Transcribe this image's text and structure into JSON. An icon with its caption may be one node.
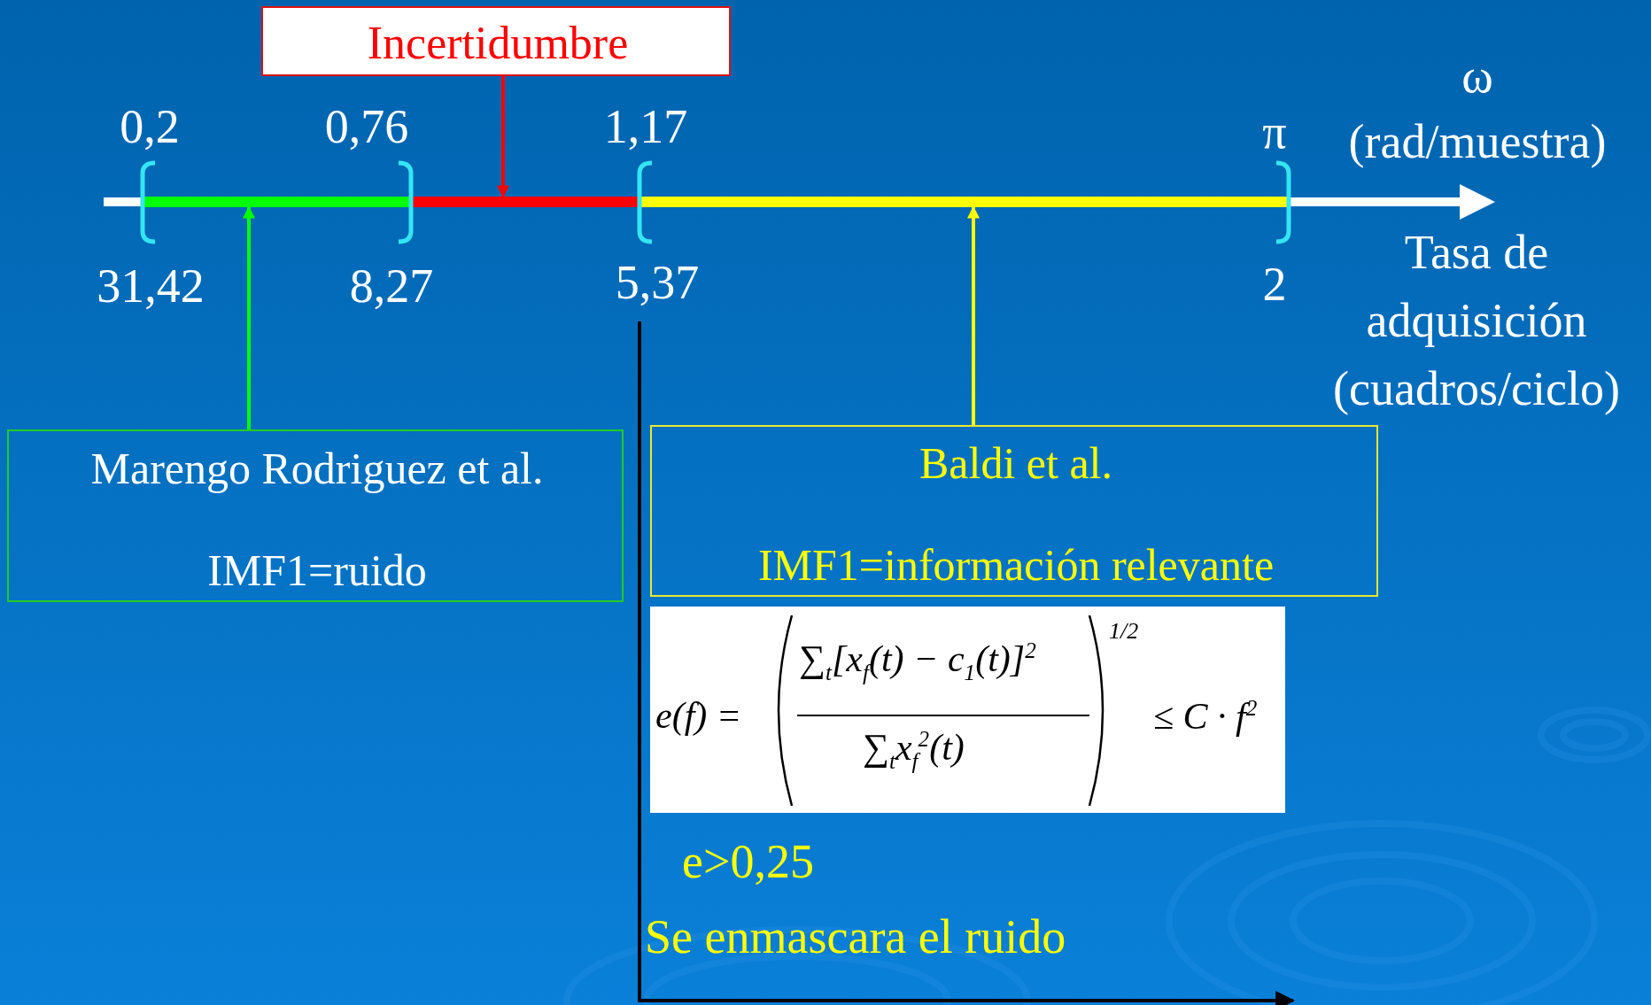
{
  "diagram": {
    "nodes": [
      {
        "text": [
          "Incertidumbre"
        ]
      },
      {
        "text": [],
        "shape": "bar"
      },
      {
        "text": [],
        "shape": "bar"
      },
      {
        "text": [],
        "shape": "bar"
      },
      {
        "text": [
          "Marengo Rodriguez et al.",
          "IMF1=ruido"
        ]
      },
      {
        "text": [
          "Baldi et al.",
          "IMF1=información relevante"
        ]
      },
      {
        "text": [
          "e(f) =",
          "∑$_{t}$[x$_{f}$(t) − c$_{1}$(t)]$^{2}$",
          "∑$_{t}$x$_{f}$$^{2}$(t)",
          "1/2",
          "≤ C · f$^{2}$"
        ]
      }
    ],
    "edges": [
      {
        "from": 0,
        "to": 2,
        "arrow": "to",
        "color": "#ff0000"
      },
      {
        "from": 4,
        "to": 1,
        "arrow": "to",
        "color": "#00ff00"
      },
      {
        "from": 5,
        "to": 3,
        "arrow": "to",
        "color": "#ffff00"
      }
    ],
    "labels": [
      "ω",
      "0,2",
      "0,76",
      "1,17",
      "π",
      "(rad/muestra)",
      "31,42",
      "8,27",
      "5,37",
      "2",
      "Tasa de adquisición (cuadros/ciclo)",
      "e>0,25",
      "Se enmascara el ruido"
    ]
  }
}
